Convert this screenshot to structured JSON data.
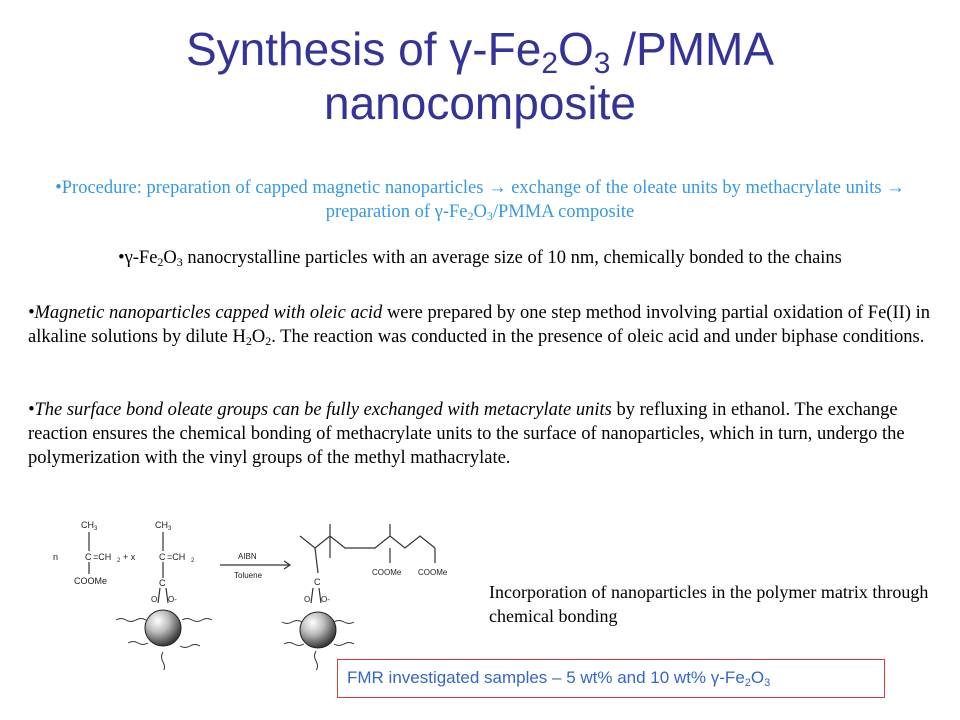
{
  "slide": {
    "title": {
      "line1_part1": "Synthesis of γ-Fe",
      "sub1": "2",
      "part2": "O",
      "sub2": "3",
      "line1_part3": " /PMMA",
      "line2": "nanocomposite"
    },
    "procedure": {
      "part1": "•Procedure: preparation of capped magnetic nanoparticles → exchange of the oleate units by methacrylate units → preparation of γ-Fe",
      "sub1": "2",
      "part2": "O",
      "sub2": "3",
      "part3": "/PMMA composite"
    },
    "particles": {
      "part1": "•γ-Fe",
      "sub1": "2",
      "part2": "O",
      "sub2": "3",
      "part3": " nanocrystalline particles with an average size of 10 nm, chemically bonded to the chains"
    },
    "magnetic": {
      "italic": "•Magnetic nanoparticles capped with oleic acid",
      "part1": " were prepared by one step method involving partial oxidation of Fe(II) in alkaline solutions by dilute H",
      "sub1": "2",
      "part2": "O",
      "sub2": "2",
      "part3": ". The reaction was conducted in the presence of oleic acid and under biphase conditions."
    },
    "surface": {
      "italic": "•The surface bond oleate groups can be fully exchanged with metacrylate units",
      "rest": " by refluxing in ethanol. The exchange reaction ensures the chemical bonding of methacrylate units to the surface of nanoparticles, which in turn, undergo the polymerization with the vinyl groups of the methyl mathacrylate."
    },
    "caption": "Incorporation of nanoparticles in the polymer matrix through chemical bonding",
    "fmr": {
      "part1": "FMR investigated samples – 5 wt% and 10 wt% γ-Fe",
      "sub1": "2",
      "part2": "O",
      "sub2": "3"
    },
    "scheme": {
      "ch3_a": "CH",
      "ch3_a_sub": "3",
      "ch3_b": "CH",
      "ch3_b_sub": "3",
      "n": "n",
      "c_a": "C",
      "ch2_a": "=CH",
      "ch2_a_sub": "2",
      "plus_x": "+ x",
      "c_b": "C",
      "ch2_b": "=CH",
      "ch2_b_sub": "2",
      "coome_a": "COOMe",
      "c_c": "C",
      "o_a": "O",
      "o_b": "O-",
      "aibn": "AIBN",
      "toluene": "Toluene",
      "c_d": "C",
      "o_c": "O",
      "o_d": "O-",
      "coome_b": "COOMe",
      "coome_c": "COOMe"
    },
    "colors": {
      "title": "#33339a",
      "procedure": "#3399e6",
      "fmr_text": "#3366cc",
      "fmr_border": "#d93b3b"
    }
  }
}
